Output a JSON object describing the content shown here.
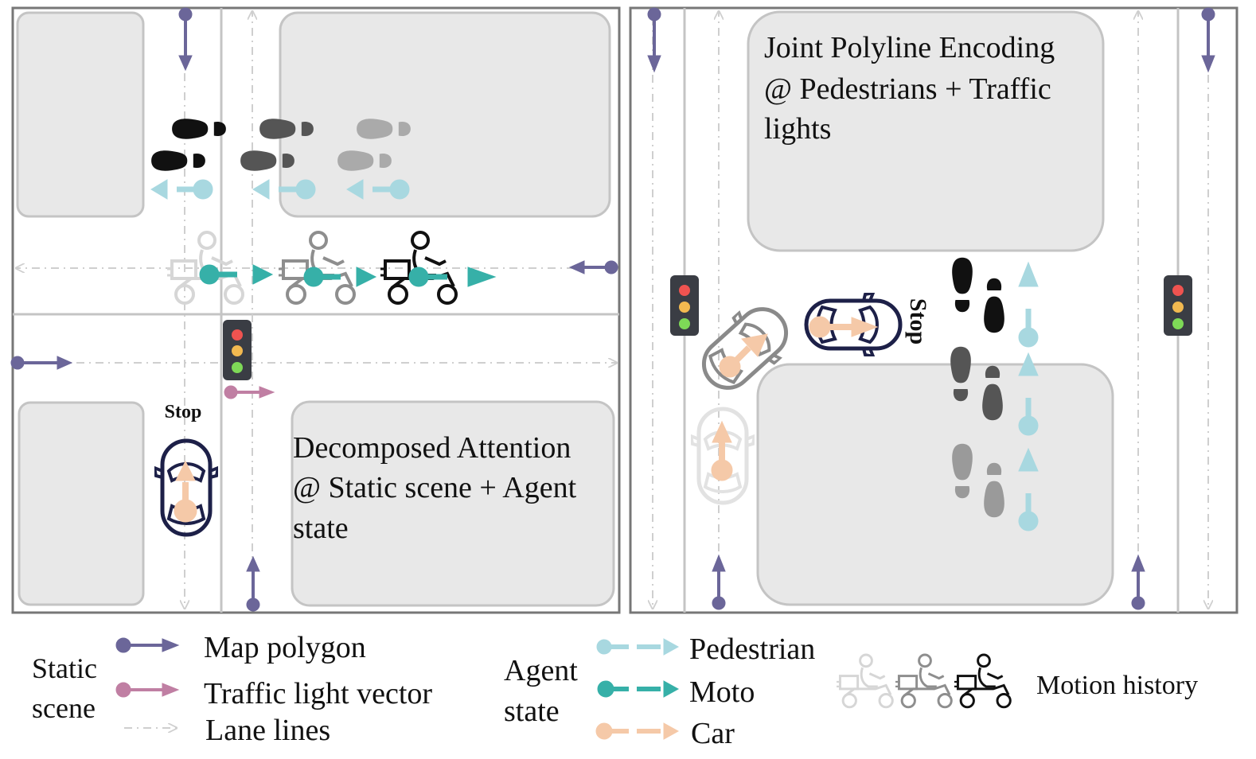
{
  "left_panel": {
    "caption_lines": [
      "Decomposed Attention",
      "@ Static scene + Agent",
      "state"
    ],
    "stop_label": "Stop"
  },
  "right_panel": {
    "caption_lines": [
      "Joint Polyline Encoding",
      "@ Pedestrians + Traffic",
      "lights"
    ],
    "stop_label": "Stop"
  },
  "legend": {
    "static_scene": {
      "heading_lines": [
        "Static",
        "scene"
      ],
      "items": [
        {
          "label": "Map polygon",
          "marker": "map-polygon-arrow",
          "color": "#6b6699"
        },
        {
          "label": "Traffic light vector",
          "marker": "traffic-light-vector-arrow",
          "color": "#c07fa3"
        },
        {
          "label": "Lane lines",
          "marker": "lane-line-arrow",
          "color": "#cfcfcf"
        }
      ]
    },
    "agent_state": {
      "heading_lines": [
        "Agent",
        "state"
      ],
      "items": [
        {
          "label": "Pedestrian",
          "marker": "pedestrian-arrow",
          "color": "#a8d8e0"
        },
        {
          "label": "Moto",
          "marker": "moto-arrow",
          "color": "#36b0a8"
        },
        {
          "label": "Car",
          "marker": "car-arrow",
          "color": "#f5c9a8"
        }
      ]
    },
    "motion_history": {
      "label": "Motion history"
    }
  },
  "colors": {
    "map_polygon": "#6b6699",
    "traffic_light_vector": "#c07fa3",
    "lane_line": "#cfcfcf",
    "pedestrian": "#a8d8e0",
    "moto": "#36b0a8",
    "car": "#f5c9a8",
    "block_fill": "#e8e8e8",
    "block_stroke": "#c4c4c4",
    "frame": "#777777"
  }
}
